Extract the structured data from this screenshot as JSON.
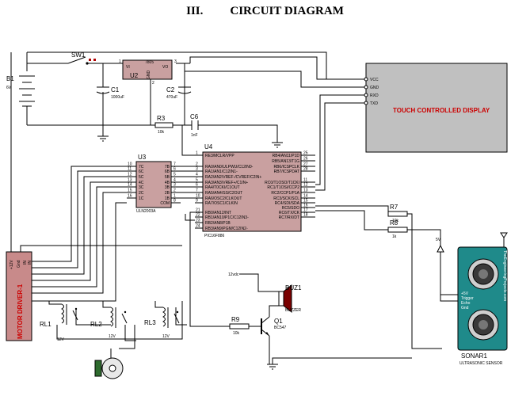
{
  "page": {
    "number": "III.",
    "title": "CIRCUIT DIAGRAM"
  },
  "power": {
    "battery": {
      "ref": "B1",
      "value": "6V"
    },
    "switch": {
      "ref": "SW1"
    },
    "regulator": {
      "ref": "U2",
      "part": "7805",
      "vi": "VI",
      "vo": "VO",
      "gnd": "GND",
      "pin1": "1",
      "pin2": "2",
      "pin3": "3"
    },
    "c1": {
      "ref": "C1",
      "value": "1000uF"
    },
    "c2": {
      "ref": "C2",
      "value": "470uF"
    },
    "r3": {
      "ref": "R3",
      "value": "10k"
    },
    "c6": {
      "ref": "C6",
      "value": "1nF"
    }
  },
  "display": {
    "label": "TOUCH CONTROLLED DISPLAY",
    "pins": [
      "VCC",
      "GND",
      "RXD",
      "TXD"
    ],
    "body_color": "#c0c0c0",
    "text_color": "#cc0000"
  },
  "mcu": {
    "ref": "U4",
    "part": "PIC16F886",
    "body_color": "#c9a0a0",
    "left_pins": [
      {
        "num": "1",
        "name": "RE3/MCLR/VPP"
      },
      {
        "num": "2",
        "name": "RA0/AN0/ULPWU/C12IN0-"
      },
      {
        "num": "3",
        "name": "RA1/AN1/C12IN1-"
      },
      {
        "num": "4",
        "name": "RA2/AN2/VREF-/CVREF/C2IN+"
      },
      {
        "num": "5",
        "name": "RA3/AN3/VREF+/C1IN+"
      },
      {
        "num": "6",
        "name": "RA4/T0CKI/C1OUT"
      },
      {
        "num": "7",
        "name": "RA5/AN4/SS/C2OUT"
      },
      {
        "num": "10",
        "name": "RA6/OSC2/CLKOUT"
      },
      {
        "num": "9",
        "name": "RA7/OSC1/CLKIN"
      },
      {
        "num": "21",
        "name": "RB0/AN12/INT"
      },
      {
        "num": "22",
        "name": "RB1/AN10/P1C/C12IN3-"
      },
      {
        "num": "23",
        "name": "RB2/AN8/P1B"
      },
      {
        "num": "24",
        "name": "RB3/AN9/PGM/C12IN2-"
      }
    ],
    "right_pins": [
      {
        "num": "25",
        "name": "RB4/AN11/P1D"
      },
      {
        "num": "26",
        "name": "RB5/AN13/T1G"
      },
      {
        "num": "27",
        "name": "RB6/ICSPCLK"
      },
      {
        "num": "28",
        "name": "RB7/ICSPDAT"
      },
      {
        "num": "11",
        "name": "RC0/T1OSO/T1CKI"
      },
      {
        "num": "12",
        "name": "RC1/T1OSI/CCP2"
      },
      {
        "num": "13",
        "name": "RC2/CCP1/P1A"
      },
      {
        "num": "14",
        "name": "RC3/SCK/SCL"
      },
      {
        "num": "15",
        "name": "RC4/SDI/SDA"
      },
      {
        "num": "16",
        "name": "RC5/SDO"
      },
      {
        "num": "17",
        "name": "RC6/TX/CK"
      },
      {
        "num": "18",
        "name": "RC7/RX/DT"
      }
    ]
  },
  "driver": {
    "ref": "U3",
    "part": "ULN2003A",
    "left_pins": [
      {
        "num": "1",
        "name": "1B"
      },
      {
        "num": "2",
        "name": "2B"
      },
      {
        "num": "3",
        "name": "3B"
      },
      {
        "num": "4",
        "name": "4B"
      },
      {
        "num": "5",
        "name": "5B"
      },
      {
        "num": "6",
        "name": "6B"
      },
      {
        "num": "7",
        "name": "7B"
      },
      {
        "num": "8",
        "name": "COM"
      }
    ],
    "right_pins": [
      {
        "num": "16",
        "name": "1C"
      },
      {
        "num": "15",
        "name": "2C"
      },
      {
        "num": "14",
        "name": "3C"
      },
      {
        "num": "13",
        "name": "4C"
      },
      {
        "num": "12",
        "name": "5C"
      },
      {
        "num": "11",
        "name": "6C"
      },
      {
        "num": "10",
        "name": "7C"
      }
    ]
  },
  "motor_driver": {
    "label": "MOTOR DRIVER-1",
    "pins": [
      "+12V",
      "Gnd",
      "IN",
      "IN"
    ],
    "body_color": "#c88a8a",
    "text_color": "#cc0000"
  },
  "relays": [
    {
      "ref": "RL1",
      "value": "12V"
    },
    {
      "ref": "RL2",
      "value": "12V"
    },
    {
      "ref": "RL3",
      "value": "12V"
    }
  ],
  "resistors": {
    "r7": {
      "ref": "R7",
      "value": "10k"
    },
    "r8": {
      "ref": "R8",
      "value": "1k"
    },
    "r9": {
      "ref": "R9",
      "value": "10k"
    }
  },
  "buzzer": {
    "ref": "BUZ1",
    "label": "BUZZER",
    "supply": "12vdc"
  },
  "transistor": {
    "ref": "Q1",
    "part": "BC547"
  },
  "sonar": {
    "ref": "SONAR1",
    "label": "ULTRASONIC SENSOR",
    "supply": "5V",
    "pins": [
      "+5V",
      "Trigger",
      "Echo",
      "Gnd"
    ],
    "watermark": "TheEngineeringProjects.com",
    "body_color": "#1f8a8a"
  }
}
